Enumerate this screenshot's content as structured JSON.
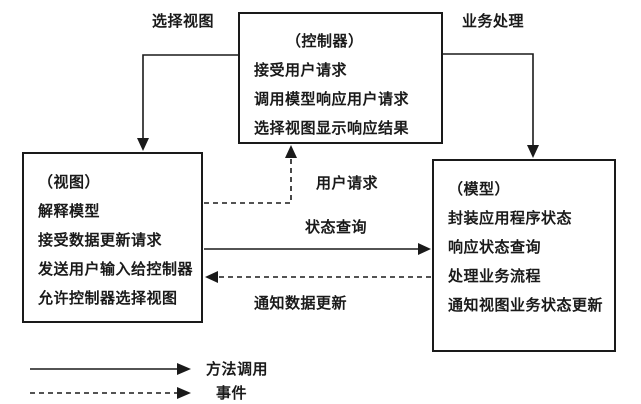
{
  "boxes": {
    "controller": {
      "title": "（控制器）",
      "items": [
        "接受用户请求",
        "调用模型响应用户请求",
        "选择视图显示响应结果"
      ]
    },
    "view": {
      "title": "（视图）",
      "items": [
        "解释模型",
        "接受数据更新请求",
        "发送用户输入给控制器",
        "允许控制器选择视图"
      ]
    },
    "model": {
      "title": "（模型）",
      "items": [
        "封装应用程序状态",
        "响应状态查询",
        "处理业务流程",
        "通知视图业务状态更新"
      ]
    }
  },
  "arrows": {
    "select_view": {
      "label": "选择视图",
      "style": "solid",
      "from": "controller",
      "to": "view"
    },
    "business_processing": {
      "label": "业务处理",
      "style": "solid",
      "from": "controller",
      "to": "model"
    },
    "user_request": {
      "label": "用户请求",
      "style": "dashed",
      "from": "view",
      "to": "controller"
    },
    "state_query": {
      "label": "状态查询",
      "style": "solid",
      "from": "view",
      "to": "model"
    },
    "notify_data_update": {
      "label": "通知数据更新",
      "style": "dashed",
      "from": "model",
      "to": "view"
    }
  },
  "legend": {
    "solid_label": "方法调用",
    "dashed_label": "事件"
  },
  "colors": {
    "background": "#ffffff",
    "line": "#1a1a1a",
    "text": "#1a1a1a"
  }
}
